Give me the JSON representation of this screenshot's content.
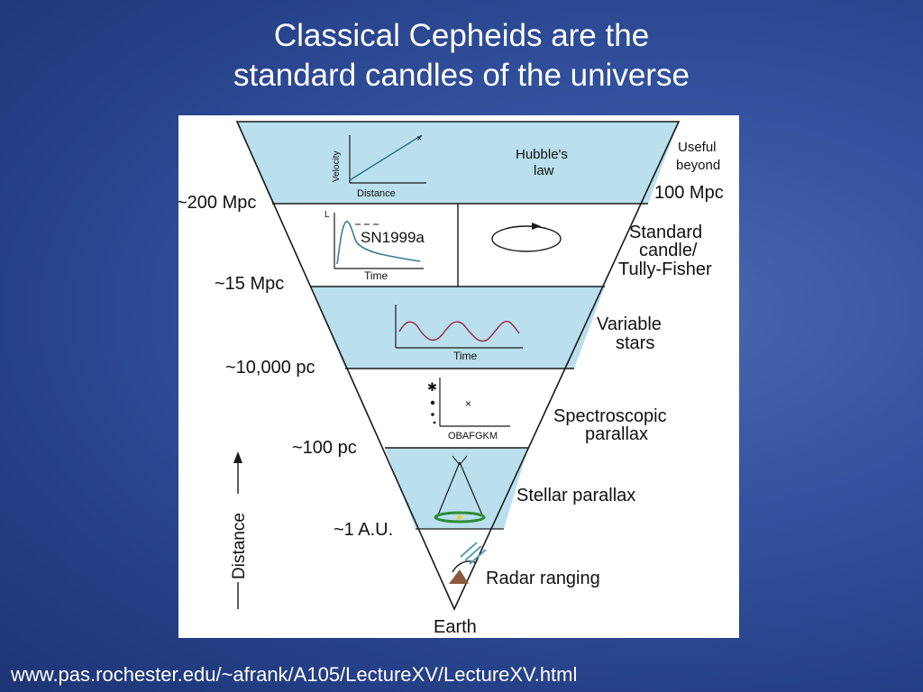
{
  "slide": {
    "title_line1": "Classical Cepheids are the",
    "title_line2": "standard candles of the universe",
    "source_url": "www.pas.rochester.edu/~afrank/A105/LectureXV/LectureXV.html"
  },
  "diagram": {
    "axis_label": "Distance",
    "apex_label": "Earth",
    "useful_beyond_line1": "Useful",
    "useful_beyond_line2": "beyond",
    "useful_beyond_value": "100 Mpc",
    "tiers": [
      {
        "method_lines": [
          "Hubble's",
          "law"
        ],
        "boundary_label": "~200 Mpc",
        "inset": {
          "y_axis": "Velocity",
          "x_axis": "Distance"
        }
      },
      {
        "method_lines": [
          "Standard",
          "candle/",
          "Tully-Fisher"
        ],
        "boundary_label": "~15 Mpc",
        "inset": {
          "y_axis": "L",
          "x_axis": "Time",
          "label": "SN1999a"
        }
      },
      {
        "method_lines": [
          "Variable",
          "stars"
        ],
        "boundary_label": "~10,000 pc",
        "inset": {
          "x_axis": "Time"
        }
      },
      {
        "method_lines": [
          "Spectroscopic",
          "parallax"
        ],
        "boundary_label": "~100 pc",
        "inset": {
          "x_axis": "OBAFGKM"
        }
      },
      {
        "method_lines": [
          "Stellar parallax"
        ],
        "boundary_label": "~1 A.U."
      },
      {
        "method_lines": [
          "Radar ranging"
        ]
      }
    ],
    "colors": {
      "band_blue": "#b9e0ec",
      "line_dark": "#1a1a1a",
      "slide_background": "#33519e",
      "velocity_line": "#2b6f88",
      "sn_curve": "#3a7e96",
      "variable_curve": "#9c2f52",
      "orbit_ring": "#2e8b3a"
    }
  }
}
